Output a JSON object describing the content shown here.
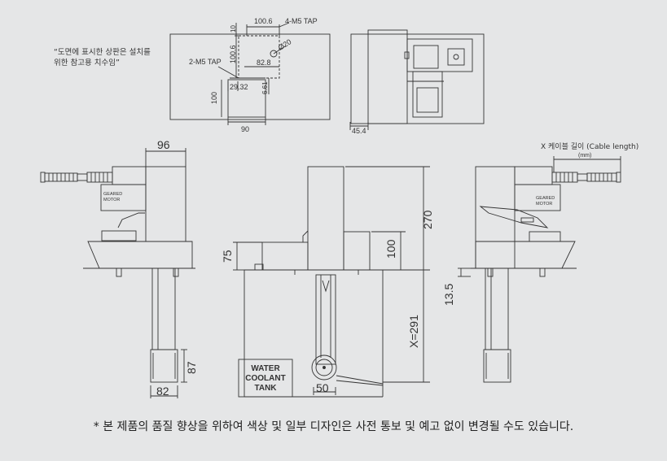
{
  "note_lines": [
    "“도면에 표시한 상판은 설치를",
    "위한 참고용 치수임”"
  ],
  "top_plate": {
    "dim_1006_top": "100.6",
    "tap_4m5": "4-M5 TAP",
    "dim_10": "10",
    "dim_1006_side": "100.6",
    "dim_phi20": "Ø20",
    "dim_828": "82.8",
    "tap_2m5": "2-M5 TAP",
    "dim_2932": "29.32",
    "dim_661": "6.61",
    "dim_100": "100",
    "dim_90": "90"
  },
  "top_view": {
    "dim_454": "45.4"
  },
  "left_view": {
    "dim_96": "96",
    "dim_87": "87",
    "dim_82": "82",
    "motor_label_1": "GEARED",
    "motor_label_2": "MOTOR"
  },
  "front_view": {
    "dim_270": "270",
    "dim_100": "100",
    "dim_75": "75",
    "dim_x291": "X=291",
    "dim_50": "50",
    "tank_line_1": "WATER",
    "tank_line_2": "COOLANT",
    "tank_line_3": "TANK"
  },
  "right_view": {
    "cable_label": "X 케이블 길이 (Cable length)",
    "cable_unit": "(mm)",
    "dim_135": "13.5",
    "motor_label_1": "GEARED",
    "motor_label_2": "MOTOR"
  },
  "footnote": "* 본 제품의 품질 향상을 위하여 색상 및 일부 디자인은 사전 통보 및 예고 없이 변경될 수도 있습니다."
}
